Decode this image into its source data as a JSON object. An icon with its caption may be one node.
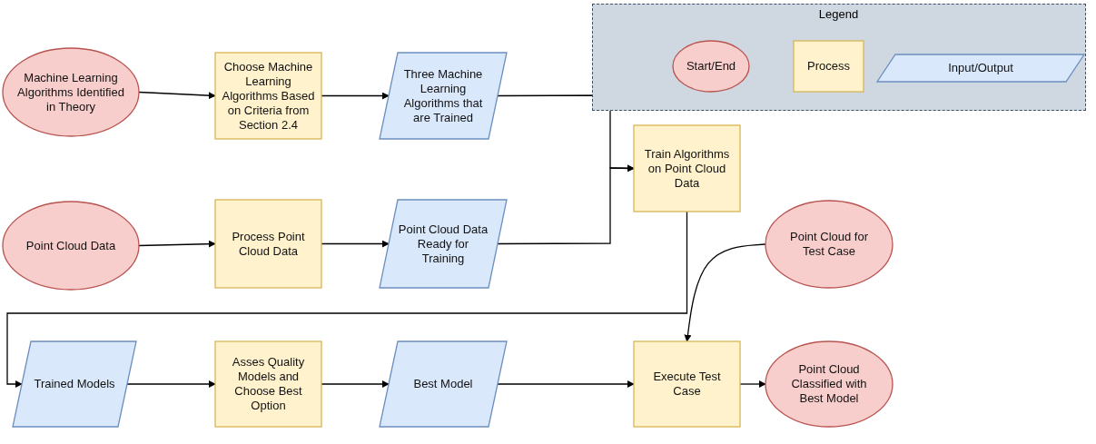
{
  "diagram": {
    "nodes": [
      {
        "text": [
          "Machine Learning Algorithms Identified in Theory"
        ]
      },
      {
        "text": [
          "Choose Machine Learning Algorithms Based on Criteria from Section 2.4"
        ]
      },
      {
        "text": [
          "Three Machine Learning Algorithms that are Trained"
        ]
      },
      {
        "text": [
          "Point Cloud Data"
        ]
      },
      {
        "text": [
          "Process Point Cloud Data"
        ]
      },
      {
        "text": [
          "Point Cloud Data Ready for Training"
        ]
      },
      {
        "text": [
          "Train Algorithms on Point Cloud Data"
        ]
      },
      {
        "text": [
          "Point Cloud for Test Case"
        ]
      },
      {
        "text": [
          "Trained Models"
        ]
      },
      {
        "text": [
          "Asses Quality Models and Choose Best Option"
        ]
      },
      {
        "text": [
          "Best Model"
        ]
      },
      {
        "text": [
          "Execute Test Case"
        ]
      },
      {
        "text": [
          "Point Cloud Classified with Best Model"
        ]
      }
    ],
    "edges": [
      {
        "from": 0,
        "to": 1,
        "arrow": "to"
      },
      {
        "from": 1,
        "to": 2,
        "arrow": "to"
      },
      {
        "from": 3,
        "to": 4,
        "arrow": "to"
      },
      {
        "from": 4,
        "to": 5,
        "arrow": "to"
      },
      {
        "from": 2,
        "to": 6,
        "arrow": "to"
      },
      {
        "from": 5,
        "to": 6,
        "arrow": "to"
      },
      {
        "from": 6,
        "to": 8,
        "arrow": "to"
      },
      {
        "from": 8,
        "to": 9,
        "arrow": "to"
      },
      {
        "from": 9,
        "to": 10,
        "arrow": "to"
      },
      {
        "from": 10,
        "to": 11,
        "arrow": "to"
      },
      {
        "from": 7,
        "to": 11,
        "arrow": "to"
      },
      {
        "from": 11,
        "to": 12,
        "arrow": "to"
      }
    ],
    "labels": [
      "Legend"
    ],
    "legend": [
      {
        "text": "Start/End"
      },
      {
        "text": "Process"
      },
      {
        "text": "Input/Output"
      }
    ]
  }
}
